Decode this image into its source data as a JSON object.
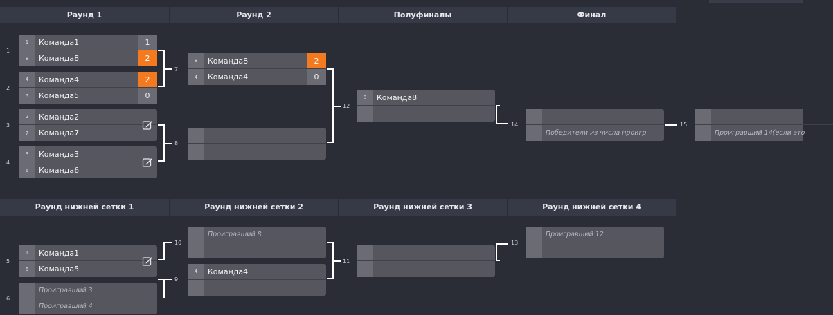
{
  "upper_headers": [
    "Раунд 1",
    "Раунд 2",
    "Полуфиналы",
    "Финал"
  ],
  "lower_headers": [
    "Раунд нижней сетки 1",
    "Раунд нижней сетки 2",
    "Раунд нижней сетки 3",
    "Раунд нижней сетки 4"
  ],
  "matches": {
    "m1": {
      "num": "1",
      "top": {
        "seed": "1",
        "name": "Команда1",
        "score": "1"
      },
      "bottom": {
        "seed": "8",
        "name": "Команда8",
        "score": "2"
      }
    },
    "m2": {
      "num": "2",
      "top": {
        "seed": "4",
        "name": "Команда4",
        "score": "2"
      },
      "bottom": {
        "seed": "5",
        "name": "Команда5",
        "score": "0"
      }
    },
    "m3": {
      "num": "3",
      "top": {
        "seed": "2",
        "name": "Команда2"
      },
      "bottom": {
        "seed": "7",
        "name": "Команда7"
      }
    },
    "m4": {
      "num": "4",
      "top": {
        "seed": "3",
        "name": "Команда3"
      },
      "bottom": {
        "seed": "6",
        "name": "Команда6"
      }
    },
    "m7": {
      "num": "7",
      "top": {
        "seed": "8",
        "name": "Команда8",
        "score": "2"
      },
      "bottom": {
        "seed": "4",
        "name": "Команда4",
        "score": "0"
      }
    },
    "m8": {
      "num": "8"
    },
    "m12": {
      "num": "12",
      "top": {
        "seed": "8",
        "name": "Команда8"
      }
    },
    "m14": {
      "num": "14",
      "bottom": {
        "name": "Победители из числа проигр"
      }
    },
    "m15": {
      "num": "15",
      "bottom": {
        "name": "Проигравший 14(если это"
      }
    },
    "m5": {
      "num": "5",
      "top": {
        "seed": "1",
        "name": "Команда1"
      },
      "bottom": {
        "seed": "5",
        "name": "Команда5"
      }
    },
    "m6": {
      "num": "6",
      "top": {
        "name": "Проигравший 3"
      },
      "bottom": {
        "name": "Проигравший 4"
      }
    },
    "m10": {
      "num": "10",
      "top": {
        "name": "Проигравший 8"
      }
    },
    "m9": {
      "num": "9",
      "top": {
        "seed": "4",
        "name": "Команда4"
      }
    },
    "m11": {
      "num": "11"
    },
    "m13": {
      "num": "13",
      "top": {
        "name": "Проигравший 12"
      }
    }
  },
  "colors": {
    "background": "#2b2d36",
    "header": "#363a47",
    "match": "#55565e",
    "seed": "#6a6b73",
    "winner": "#f47a1f",
    "connector": "#ffffff"
  },
  "icons": {
    "edit": "edit-score-icon"
  }
}
